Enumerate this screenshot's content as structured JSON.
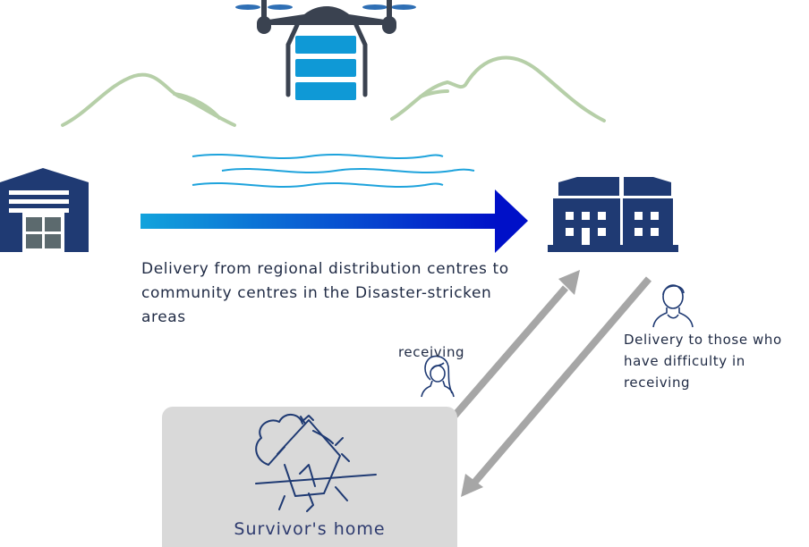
{
  "caption_main": "Delivery from regional distribution centres to community centres in the Disaster-stricken areas",
  "label_receiving": "receiving",
  "label_delivery_difficulty": "Delivery to those who have difficulty in receiving",
  "label_home": "Survivor's home",
  "colors": {
    "navy": "#1f3a73",
    "arrow_start": "#12a3dc",
    "arrow_end": "#0010c8",
    "hills": "#b6cfa8",
    "water": "#1ea3dc",
    "drone_body": "#3a4250",
    "drone_box": "#0f99d6",
    "grey_arrow": "#a6a6a6",
    "home_bg": "#d9d9d9"
  },
  "icons": [
    "drone-icon",
    "warehouse-icon",
    "community-centre-icon",
    "woman-icon",
    "man-icon",
    "damaged-house-icon"
  ]
}
